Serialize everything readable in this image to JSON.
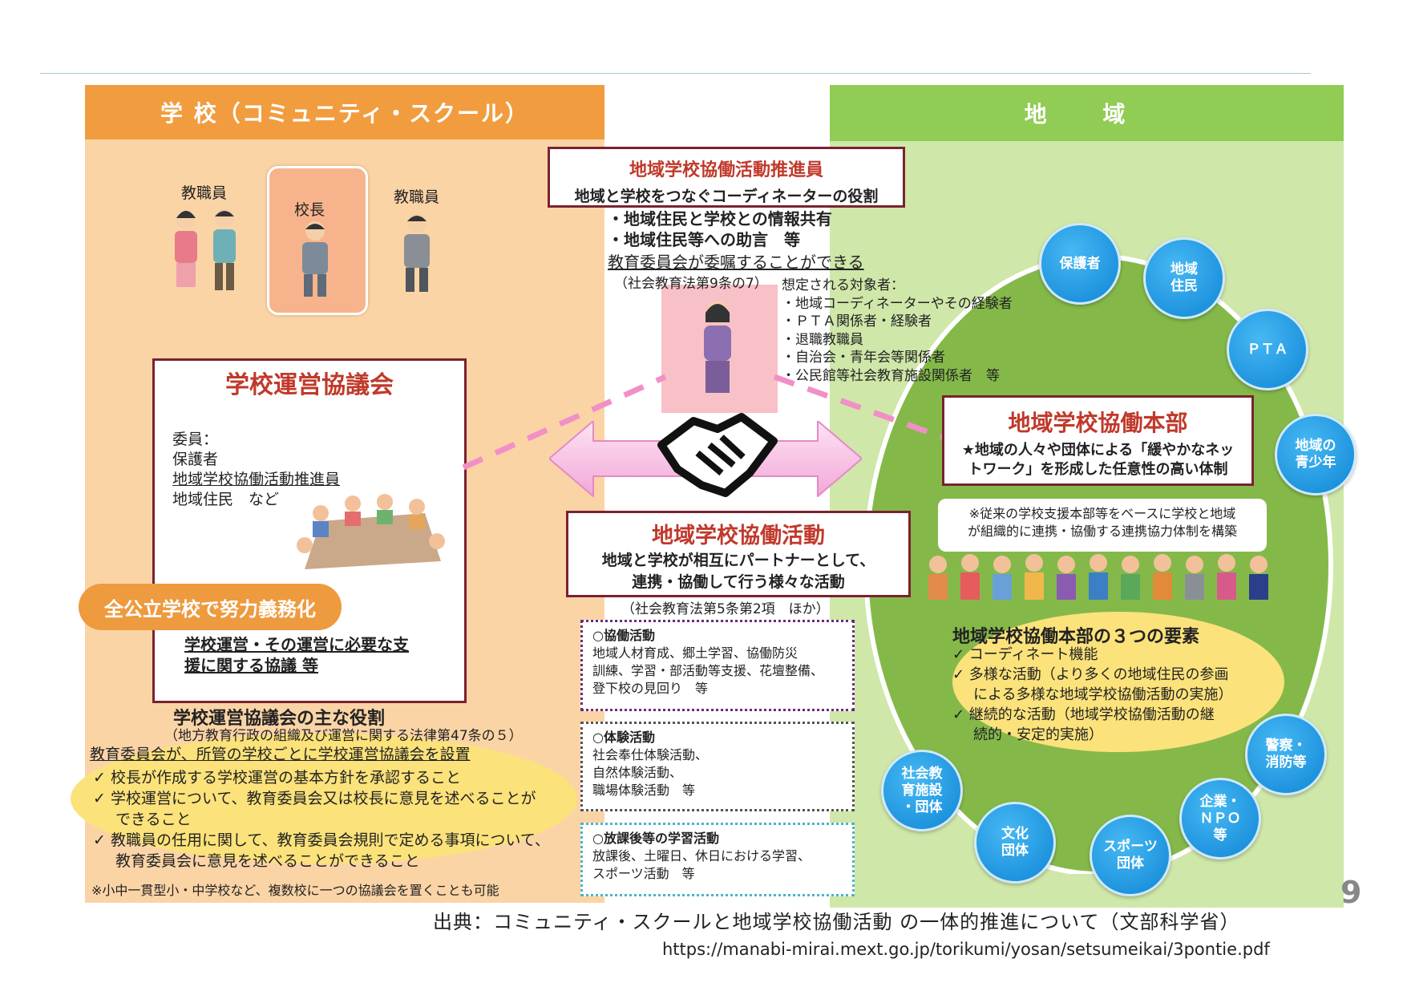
{
  "school": {
    "header": "学 校（コミュニティ・スクール）",
    "staff_left": "教職員",
    "principal": "校長",
    "staff_right": "教職員",
    "council": {
      "title": "学校運営協議会",
      "members": [
        "委員：",
        "保護者",
        "地域学校協働活動推進員",
        "地域住民　など"
      ],
      "pill": "全公立学校で努力義務化",
      "deliberation_1": "学校運営・その運営に必要な支",
      "deliberation_2": "援に関する協議 等"
    },
    "roles": {
      "title": "学校運営協議会の主な役割",
      "law": "（地方教育行政の組織及び運営に関する法律第47条の５）",
      "setup": "教育委員会が、所管の学校ごとに学校運営協議会を設置",
      "items": [
        "✓ 校長が作成する学校運営の基本方針を承認すること",
        "✓ 学校運営について、教育委員会又は校長に意見を述べることが",
        "できること",
        "✓ 教職員の任用に関して、教育委員会規則で定める事項について、",
        "教育委員会に意見を述べることができること"
      ],
      "note": "※小中一貫型小・中学校など、複数校に一つの協議会を置くことも可能"
    }
  },
  "coordinator": {
    "title": "地域学校協働活動推進員",
    "subtitle": "地域と学校をつなぐコーディネーターの役割",
    "duty_1": "・地域住民と学校との情報共有",
    "duty_2": "・地域住民等への助言　等",
    "commission": "教育委員会が委嘱することができる",
    "law": "（社会教育法第9条の7）",
    "candidates_title": "想定される対象者：",
    "candidates": [
      "・地域コーディネーターやその経験者",
      "・ＰＴＡ関係者・経験者",
      "・退職教職員",
      "・自治会・青年会等関係者",
      "・公民館等社会教育施設関係者　等"
    ]
  },
  "activity": {
    "title": "地域学校協働活動",
    "subtitle_1": "地域と学校が相互にパートナーとして、",
    "subtitle_2": "連携・協働して行う様々な活動",
    "law": "（社会教育法第5条第2項　ほか）",
    "kyodo": {
      "title": "○協働活動",
      "lines": [
        "地域人材育成、郷土学習、協働防災",
        "訓練、学習・部活動等支援、花壇整備、",
        "登下校の見回り　等"
      ]
    },
    "taiken": {
      "title": "○体験活動",
      "lines": [
        "社会奉仕体験活動、",
        "自然体験活動、",
        "職場体験活動　等"
      ]
    },
    "houkago": {
      "title": "○放課後等の学習活動",
      "lines": [
        "放課後、土曜日、休日における学習、",
        "スポーツ活動　等"
      ]
    }
  },
  "region": {
    "header": "地 域",
    "hq": {
      "title": "地域学校協働本部",
      "sub_1": "★地域の人々や団体による「緩やかなネッ",
      "sub_2": "トワーク」を形成した任意性の高い体制"
    },
    "note_1": "※従来の学校支援本部等をベースに学校と地域",
    "note_2": "が組織的に連携・協働する連携協力体制を構築",
    "elements": {
      "title": "地域学校協働本部の３つの要素",
      "items": [
        "✓ コーディネート機能",
        "✓ 多様な活動（より多くの地域住民の参画",
        "による多様な地域学校協働活動の実施）",
        "✓ 継続的な活動（地域学校協働活動の継",
        "続的・安定的実施）"
      ]
    },
    "circles": {
      "hogosha": "保護者",
      "chiiki_jumin": "地域\n住民",
      "pta": "ＰＴＡ",
      "seishonen": "地域の\n青少年",
      "keisatsu": "警察・\n消防等",
      "kigyo": "企業・\nＮＰＯ\n等",
      "sports": "スポーツ\n団体",
      "bunka": "文化\n団体",
      "shakai": "社会教\n育施設\n・団体"
    }
  },
  "page_number": "9",
  "source": "出典：コミュニティ・スクールと地域学校協働活動 の一体的推進について（文部科学省）",
  "url": "https://manabi-mirai.mext.go.jp/torikumi/yosan/setsumeikai/3pontie.pdf"
}
